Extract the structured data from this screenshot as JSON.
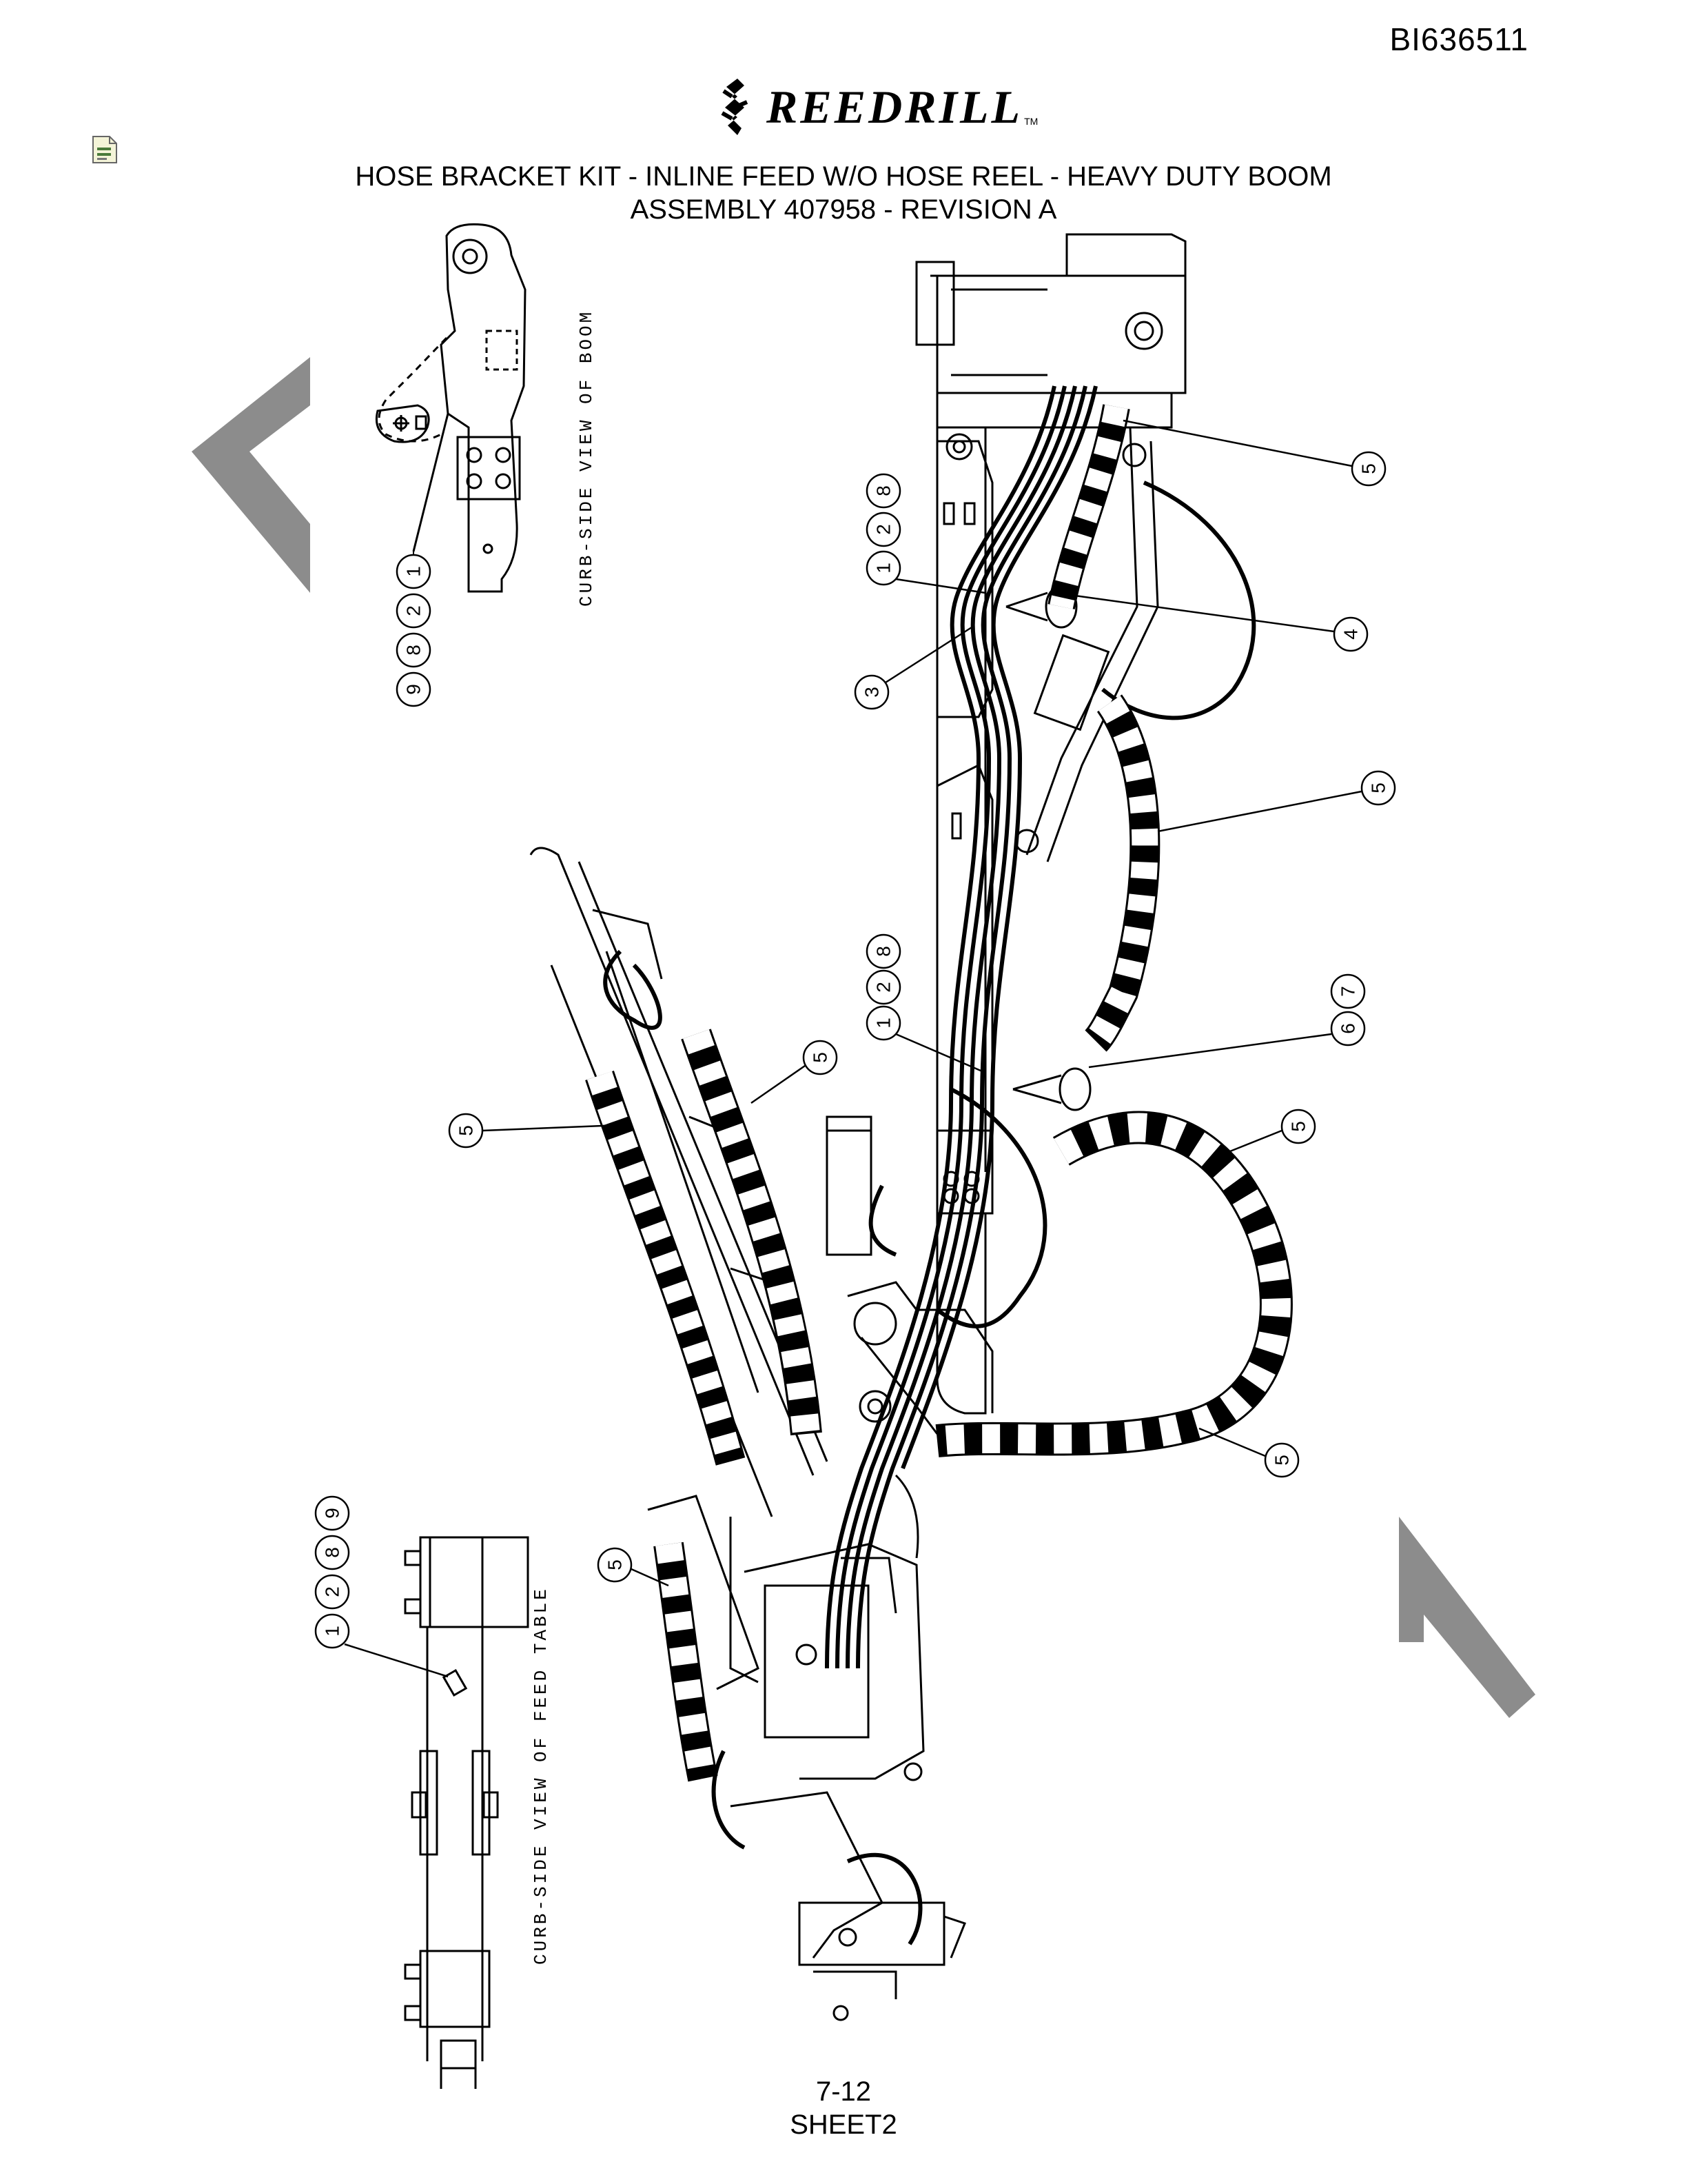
{
  "header": {
    "doc_id": "BI636511",
    "brand": "REEDRILL",
    "brand_tm": "TM",
    "title_line1": "HOSE BRACKET KIT - INLINE FEED W/O HOSE REEL - HEAVY DUTY BOOM",
    "title_line2": "ASSEMBLY 407958 - REVISION A"
  },
  "views": {
    "boom_label": "CURB-SIDE VIEW OF BOOM",
    "feed_table_label": "CURB-SIDE VIEW OF FEED TABLE"
  },
  "callouts": {
    "c1": "1",
    "c2": "2",
    "c8": "8",
    "c9": "9",
    "c3": "3",
    "c4": "4",
    "c5": "5",
    "c6": "6",
    "c7": "7"
  },
  "footer": {
    "page": "7-12",
    "sheet": "SHEET2"
  },
  "colors": {
    "ink": "#000000",
    "nav_arrow": "#8c8c8c"
  }
}
